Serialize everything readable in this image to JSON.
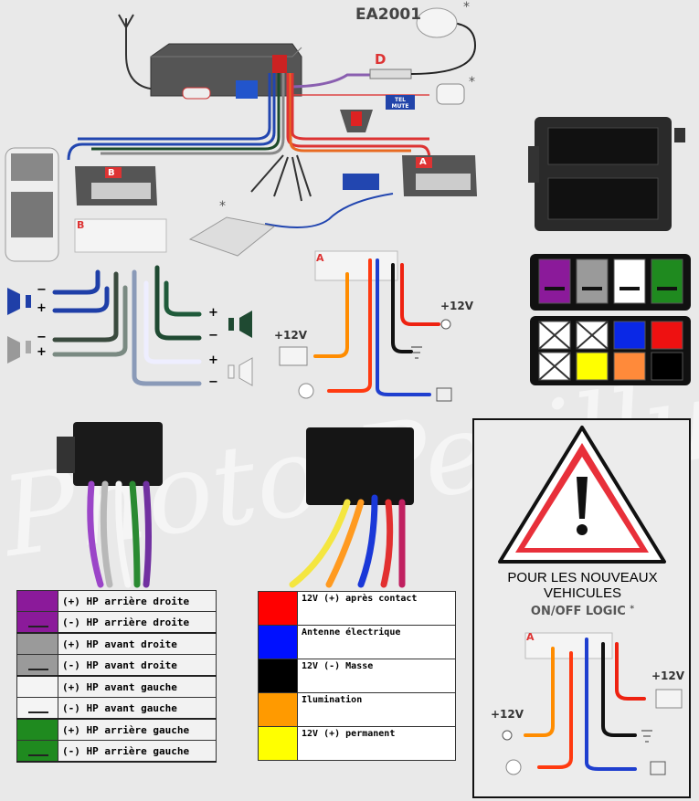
{
  "top": {
    "module_label": "EA2001",
    "connector_d_label": "D",
    "tel_mute_label": "TEL MUTE",
    "asterisk": "*",
    "connector_a_label": "A",
    "connector_b_label": "B",
    "plus12v": "+12V",
    "plus": "+",
    "minus": "−"
  },
  "watermark": "Photo Perillus",
  "iso_pin_colors": {
    "row1": [
      "#8b1a9a",
      "#9a9a9a",
      "#ffffff",
      "#1f8a1f"
    ],
    "row2": [
      "crossed",
      "crossed",
      "#0a28e6",
      "#ee1111"
    ],
    "row3": [
      "crossed",
      "#ffff00",
      "#ff8a3a",
      "#000000"
    ]
  },
  "speaker_legend": [
    {
      "color": "#8b1a9a",
      "label": "(+) HP arrière droite",
      "stripe": false
    },
    {
      "color": "#8b1a9a",
      "label": "(-) HP arrière droite",
      "stripe": true
    },
    {
      "color": "#9a9a9a",
      "label": "(+) HP avant droite",
      "stripe": false
    },
    {
      "color": "#9a9a9a",
      "label": "(-) HP avant droite",
      "stripe": true
    },
    {
      "color": "#f4f4f4",
      "label": "(+) HP avant gauche",
      "stripe": false
    },
    {
      "color": "#f4f4f4",
      "label": "(-) HP avant gauche",
      "stripe": true
    },
    {
      "color": "#1f8a1f",
      "label": "(+) HP arrière gauche",
      "stripe": false
    },
    {
      "color": "#1f8a1f",
      "label": "(-) HP arrière gauche",
      "stripe": true
    }
  ],
  "power_legend": [
    {
      "color": "#ff0000",
      "label": "12V (+) après contact"
    },
    {
      "color": "#0010ff",
      "label": "Antenne électrique"
    },
    {
      "color": "#000000",
      "label": "12V (-) Masse"
    },
    {
      "color": "#ff9a00",
      "label": "Ilumination"
    },
    {
      "color": "#ffff00",
      "label": "12V (+) permanent"
    }
  ],
  "warning": {
    "line1": "POUR LES NOUVEAUX",
    "line2": "VEHICULES",
    "logic": "ON/OFF LOGIC",
    "asterisk": "*",
    "connector_label": "A",
    "plus12v_right": "+12V",
    "plus12v_left": "+12V"
  }
}
